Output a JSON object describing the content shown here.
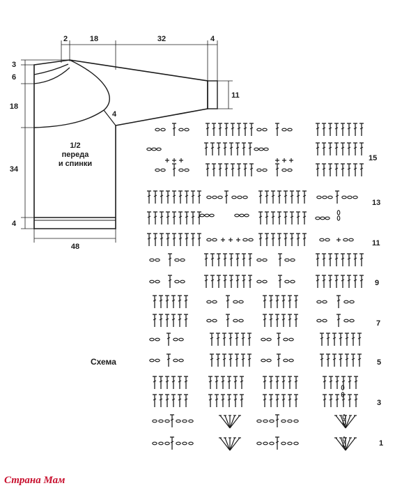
{
  "pattern": {
    "dimensions": {
      "top_shoulder": "2",
      "sleeve_top_a": "18",
      "sleeve_top_b": "32",
      "cuff_width": "4",
      "neck_top": "3",
      "neck_depth": "6",
      "armhole": "18",
      "body": "34",
      "hem": "4",
      "cuff_height": "11",
      "raglan": "4",
      "bottom_width": "48"
    },
    "piece_label_line1": "1/2",
    "piece_label_line2": "переда",
    "piece_label_line3": "и спинки",
    "schema_title": "Схема",
    "row_numbers": [
      "15",
      "13",
      "11",
      "9",
      "7",
      "5",
      "3",
      "1"
    ]
  },
  "watermark": "Страна Мам"
}
